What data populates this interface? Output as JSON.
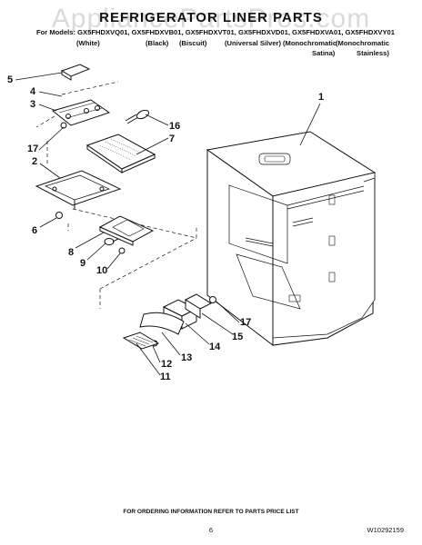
{
  "watermark": "AppliancePartsPros.com",
  "title": "REFRIGERATOR LINER PARTS",
  "models_line": "For Models: GX5FHDXVQ01, GX5FHDXVB01, GX5FHDXVT01, GX5FHDXVD01, GX5FHDXVA01, GX5FHDXVY01",
  "colors": {
    "white": "(White)",
    "black": "(Black)",
    "biscuit": "(Biscuit)",
    "silver": "(Universal Silver)",
    "mono1a": "(Monochromatic",
    "mono1b": "Satina)",
    "mono2a": "(Monochromatic",
    "mono2b": "Stainless)"
  },
  "callouts": [
    "1",
    "2",
    "3",
    "4",
    "5",
    "6",
    "7",
    "8",
    "9",
    "10",
    "11",
    "12",
    "13",
    "14",
    "15",
    "16",
    "17",
    "17"
  ],
  "footer": "FOR ORDERING INFORMATION REFER TO PARTS PRICE LIST",
  "page_number": "6",
  "doc_number": "W10292159"
}
